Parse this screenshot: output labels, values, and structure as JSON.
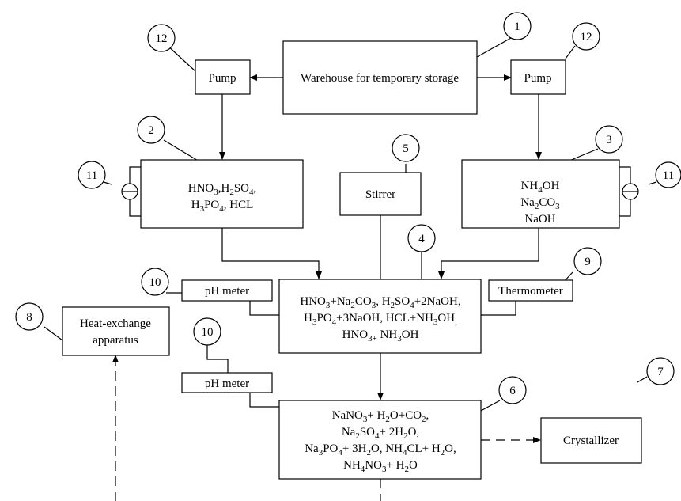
{
  "boxes": {
    "warehouse": "Warehouse for temporary storage",
    "pump_left": "Pump",
    "pump_right": "Pump",
    "stirrer": "Stirrer",
    "ph_meter_top": "pH meter",
    "ph_meter_bottom": "pH meter",
    "thermometer": "Thermometer",
    "heat_exchange_line1": "Heat-exchange",
    "heat_exchange_line2": "apparatus",
    "crystallizer": "Crystallizer"
  },
  "acid_tank": {
    "line1": [
      {
        "t": "HNO"
      },
      {
        "t": "3",
        "sub": true
      },
      {
        "t": ",H"
      },
      {
        "t": "2",
        "sub": true
      },
      {
        "t": "SO"
      },
      {
        "t": "4",
        "sub": true
      },
      {
        "t": ","
      }
    ],
    "line2": [
      {
        "t": "H"
      },
      {
        "t": "3",
        "sub": true
      },
      {
        "t": "PO"
      },
      {
        "t": "4",
        "sub": true
      },
      {
        "t": ", HCL"
      }
    ]
  },
  "base_tank": {
    "line1": [
      {
        "t": "NH"
      },
      {
        "t": "4",
        "sub": true
      },
      {
        "t": "OH"
      }
    ],
    "line2": [
      {
        "t": "Na"
      },
      {
        "t": "2",
        "sub": true
      },
      {
        "t": "CO"
      },
      {
        "t": "3",
        "sub": true
      }
    ],
    "line3": [
      {
        "t": "NaOH"
      }
    ]
  },
  "reactor": {
    "line1": [
      {
        "t": "HNO"
      },
      {
        "t": "3",
        "sub": true
      },
      {
        "t": "+Na"
      },
      {
        "t": "2",
        "sub": true
      },
      {
        "t": "CO"
      },
      {
        "t": "3",
        "sub": true
      },
      {
        "t": ", H"
      },
      {
        "t": "2",
        "sub": true
      },
      {
        "t": "SO"
      },
      {
        "t": "4",
        "sub": true
      },
      {
        "t": "+2NaOH,"
      }
    ],
    "line2": [
      {
        "t": "H"
      },
      {
        "t": "3",
        "sub": true
      },
      {
        "t": "PO"
      },
      {
        "t": "4",
        "sub": true
      },
      {
        "t": "+3NaOH, HCL+NH"
      },
      {
        "t": "3",
        "sub": true
      },
      {
        "t": "OH"
      },
      {
        "t": ",",
        "sub": true
      }
    ],
    "line3": [
      {
        "t": "HNO"
      },
      {
        "t": "3+",
        "sub": true
      },
      {
        "t": " NH"
      },
      {
        "t": "3",
        "sub": true
      },
      {
        "t": "OH"
      }
    ]
  },
  "product": {
    "line1": [
      {
        "t": "NaNO"
      },
      {
        "t": "3",
        "sub": true
      },
      {
        "t": "+ H"
      },
      {
        "t": "2",
        "sub": true
      },
      {
        "t": "O+CO"
      },
      {
        "t": "2",
        "sub": true
      },
      {
        "t": ","
      }
    ],
    "line2": [
      {
        "t": "Na"
      },
      {
        "t": "2",
        "sub": true
      },
      {
        "t": "SO"
      },
      {
        "t": "4",
        "sub": true
      },
      {
        "t": "+ 2H"
      },
      {
        "t": "2",
        "sub": true
      },
      {
        "t": "O,"
      }
    ],
    "line3": [
      {
        "t": "Na"
      },
      {
        "t": "3",
        "sub": true
      },
      {
        "t": "PO"
      },
      {
        "t": "4",
        "sub": true
      },
      {
        "t": "+ 3H"
      },
      {
        "t": "2",
        "sub": true
      },
      {
        "t": "O, NH"
      },
      {
        "t": "4",
        "sub": true
      },
      {
        "t": "CL+ H"
      },
      {
        "t": "2",
        "sub": true
      },
      {
        "t": "O,"
      }
    ],
    "line4": [
      {
        "t": "NH"
      },
      {
        "t": "4",
        "sub": true
      },
      {
        "t": "NO"
      },
      {
        "t": "3",
        "sub": true
      },
      {
        "t": "+ H"
      },
      {
        "t": "2",
        "sub": true
      },
      {
        "t": "O"
      }
    ]
  },
  "callouts": {
    "c1": "1",
    "c2": "2",
    "c3": "3",
    "c4": "4",
    "c5": "5",
    "c6": "6",
    "c7": "7",
    "c8": "8",
    "c9": "9",
    "c10a": "10",
    "c10b": "10",
    "c11a": "11",
    "c11b": "11",
    "c12a": "12",
    "c12b": "12"
  }
}
